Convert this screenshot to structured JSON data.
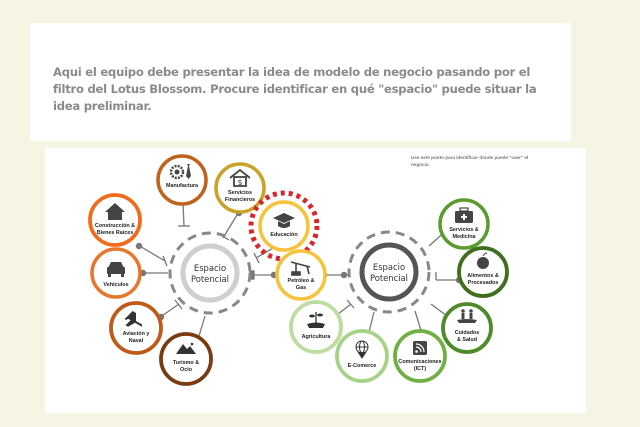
{
  "intro": {
    "text": "Aqui el equipo debe presentar la idea de modelo de negocio pasando por el filtro del Lotus Blossom. Procure identificar en qué \"espacio\" puede situar la idea preliminar."
  },
  "diagram": {
    "note": "Use este punto para identificar donde puede \"caer\" el negocio.",
    "left_hub": {
      "line1": "Espacio",
      "line2": "Potencial"
    },
    "right_hub": {
      "line1": "Espacio",
      "line2": "Potencial"
    },
    "nodes": [
      {
        "id": "manufactura",
        "line1": "Manufactura",
        "line2": "",
        "icon": "gear-tie-icon",
        "color": "#c0621e"
      },
      {
        "id": "servicios-financieros",
        "line1": "Servicios",
        "line2": "Financieros",
        "icon": "bank-dollar-icon",
        "color": "#c9a227"
      },
      {
        "id": "construccion",
        "line1": "Construcción &",
        "line2": "Bienes Raíces",
        "icon": "house-icon",
        "color": "#f26b1d"
      },
      {
        "id": "educacion",
        "line1": "Educación",
        "line2": "",
        "icon": "graduation-cap-icon",
        "color": "#f7c33a",
        "highlight": "#d7262c"
      },
      {
        "id": "vehiculos",
        "line1": "Vehículos",
        "line2": "",
        "icon": "car-icon",
        "color": "#e8772e"
      },
      {
        "id": "petroleo",
        "line1": "Petróleo &",
        "line2": "Gas",
        "icon": "oil-pump-icon",
        "color": "#f7c33a"
      },
      {
        "id": "aviacion",
        "line1": "Aviación y",
        "line2": "Naval",
        "icon": "airplane-icon",
        "color": "#c05a17"
      },
      {
        "id": "turismo",
        "line1": "Turismo &",
        "line2": "Ocio",
        "icon": "mountain-icon",
        "color": "#7a3b12"
      },
      {
        "id": "agricultura",
        "line1": "Agricultura",
        "line2": "",
        "icon": "plant-hand-icon",
        "color": "#bcdca0"
      },
      {
        "id": "ecomerce",
        "line1": "E-Comerce",
        "line2": "",
        "icon": "globe-hand-icon",
        "color": "#a6d388"
      },
      {
        "id": "comunicaciones",
        "line1": "Comunicaciones",
        "line2": "(ICT)",
        "icon": "rss-icon",
        "color": "#6fb042"
      },
      {
        "id": "servicios-medicina",
        "line1": "Servicios &",
        "line2": "Medicina",
        "icon": "medkit-icon",
        "color": "#5c9b2f"
      },
      {
        "id": "alimentos",
        "line1": "Alimentos &",
        "line2": "Procesados",
        "icon": "apple-icon",
        "color": "#3f6e1f"
      },
      {
        "id": "cuidados",
        "line1": "Cuidados",
        "line2": "& Salud",
        "icon": "people-hand-icon",
        "color": "#4e8a2a"
      }
    ]
  }
}
